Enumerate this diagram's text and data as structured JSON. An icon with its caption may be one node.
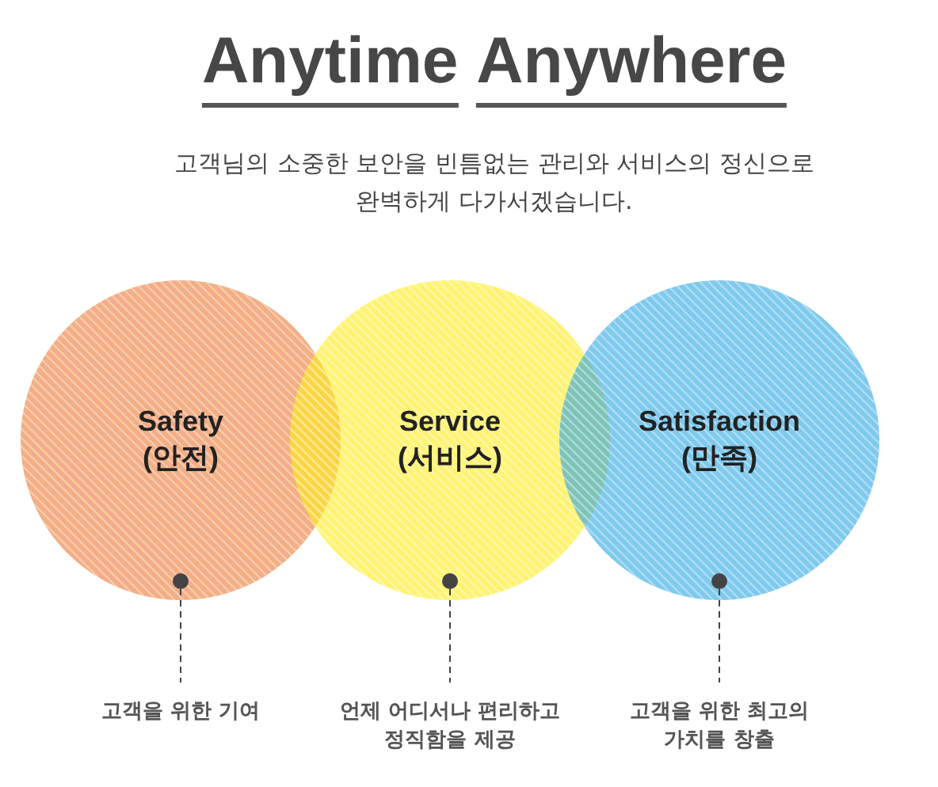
{
  "diagram": {
    "title": "Anytime Anywhere",
    "nodes": [
      {
        "text": [
          "Safety",
          "(안전)"
        ]
      },
      {
        "text": [],
        "shape": "circle",
        "in": 0
      },
      {
        "text": [
          "Service",
          "(서비스)"
        ]
      },
      {
        "text": [],
        "shape": "circle",
        "in": 2
      },
      {
        "text": [
          "Satisfaction",
          "(만족)"
        ]
      },
      {
        "text": [],
        "shape": "circle",
        "in": 4
      },
      {
        "text": [
          "고객을 위한 기여"
        ]
      },
      {
        "text": [
          "언제 어디서나 편리하고 정직함을 제공"
        ]
      },
      {
        "text": [
          "고객을 위한 최고의 가치를 창출"
        ]
      }
    ],
    "edges": [
      {
        "from": 1,
        "to": 6,
        "arrow": "none",
        "style": "dashed"
      },
      {
        "from": 3,
        "to": 7,
        "arrow": "none",
        "style": "dashed"
      },
      {
        "from": 5,
        "to": 8,
        "arrow": "none",
        "style": "dashed"
      }
    ],
    "labels": [
      "고객님의 소중한 보안을 빈틈없는 관리와 서비스의 정신으로 완벽하게 다가서겠습니다."
    ]
  }
}
